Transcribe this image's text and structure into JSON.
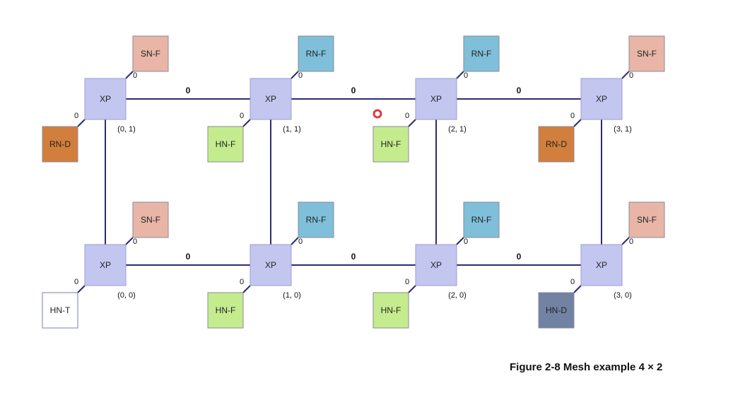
{
  "colors": {
    "line": "#2b2d6e",
    "xp_fill": "#c3c6ee",
    "xp_stroke": "#9a9dd6",
    "SN-F": "#e8b5a6",
    "RN-F": "#7fbfd9",
    "HN-F": "#c4ec8e",
    "RN-D": "#d27f3d",
    "HN-T": "#ffffff",
    "HN-D": "#7182a3",
    "cursor": "#e23b3b"
  },
  "xps": [
    {
      "label": "XP",
      "coord": "(0, 1)",
      "port_up": "0",
      "port_down": "0",
      "device_up": "SN-F",
      "device_down": "RN-D"
    },
    {
      "label": "XP",
      "coord": "(1, 1)",
      "port_up": "0",
      "port_down": "0",
      "device_up": "RN-F",
      "device_down": "HN-F"
    },
    {
      "label": "XP",
      "coord": "(2, 1)",
      "port_up": "0",
      "port_down": "0",
      "device_up": "RN-F",
      "device_down": "HN-F"
    },
    {
      "label": "XP",
      "coord": "(3, 1)",
      "port_up": "0",
      "port_down": "0",
      "device_up": "SN-F",
      "device_down": "RN-D"
    },
    {
      "label": "XP",
      "coord": "(0, 0)",
      "port_up": "0",
      "port_down": "0",
      "device_up": "SN-F",
      "device_down": "HN-T"
    },
    {
      "label": "XP",
      "coord": "(1, 0)",
      "port_up": "0",
      "port_down": "0",
      "device_up": "RN-F",
      "device_down": "HN-F"
    },
    {
      "label": "XP",
      "coord": "(2, 0)",
      "port_up": "0",
      "port_down": "0",
      "device_up": "RN-F",
      "device_down": "HN-F"
    },
    {
      "label": "XP",
      "coord": "(3, 0)",
      "port_up": "0",
      "port_down": "0",
      "device_up": "SN-F",
      "device_down": "HN-D"
    }
  ],
  "links": {
    "top_row": [
      "0",
      "0",
      "0"
    ],
    "bottom_row": [
      "0",
      "0",
      "0"
    ]
  },
  "caption": "Figure 2-8  Mesh example 4 × 2"
}
